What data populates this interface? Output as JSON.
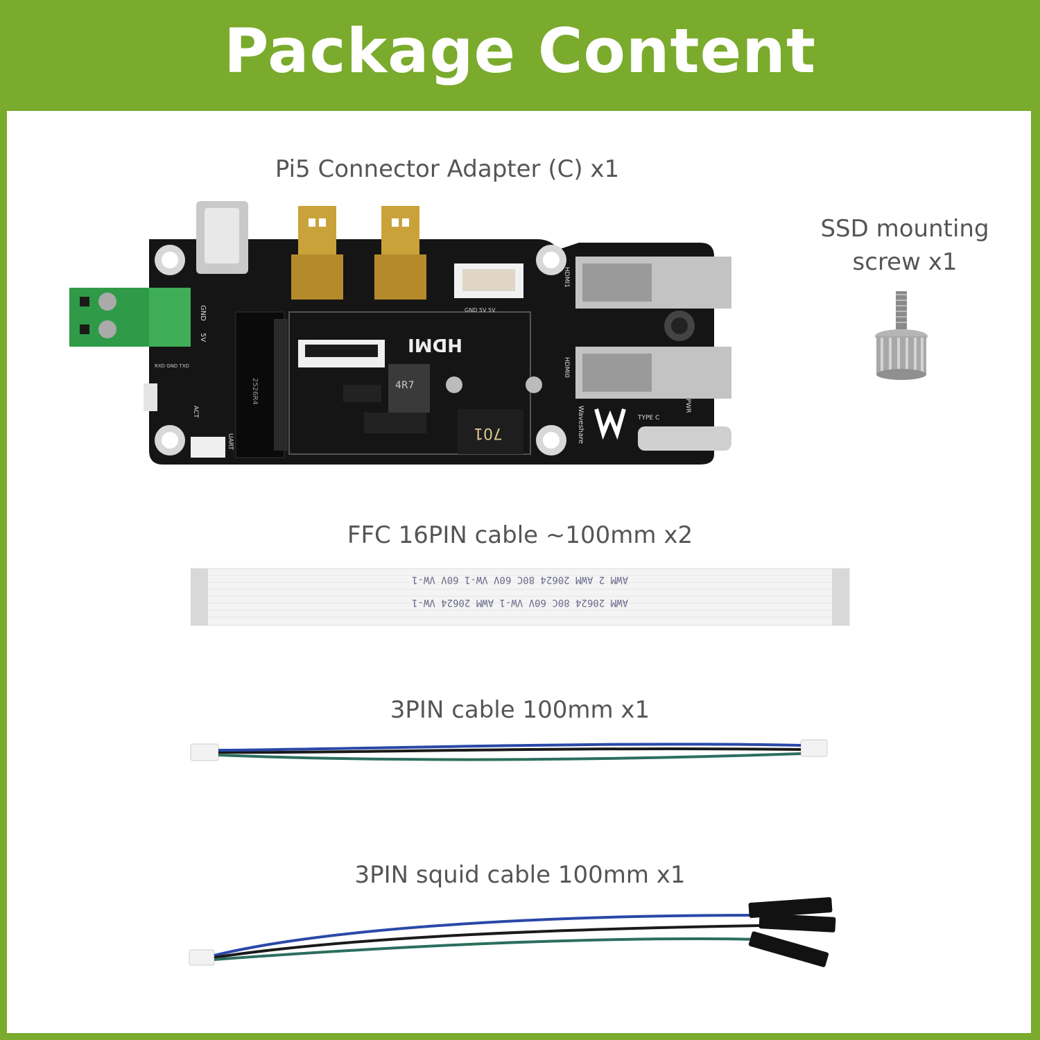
{
  "header": {
    "title": "Package Content"
  },
  "items": [
    {
      "label": "Pi5 Connector Adapter (C) x1"
    },
    {
      "label": "SSD mounting screw x1"
    },
    {
      "label": "FFC 16PIN cable ~100mm x2"
    },
    {
      "label": "3PIN cable 100mm x1"
    },
    {
      "label": "3PIN squid cable 100mm x1"
    }
  ],
  "board_silkscreen": {
    "gnd": "GND",
    "v5": "5V",
    "uart_pins": "RXD GND TXD",
    "act": "ACT",
    "uart": "UART",
    "hdmi_logo": "HDMI",
    "chip_a": "4R7",
    "chip_b": "701",
    "ssd": "2526R4",
    "hdmi1": "HDMI1",
    "hdmi0": "HDMI0",
    "pwr": "PWR",
    "type_c": "TYPE C",
    "brand": "Waveshare",
    "fan_pins": "GND 5V 5V"
  },
  "ffc_print": {
    "row1": "AWM 2    AWM 20624 80C 60V VW-1    60V VW-1",
    "row2": "AWM 20624    80C 60V VW-1    AWM 20624    VW-1"
  }
}
